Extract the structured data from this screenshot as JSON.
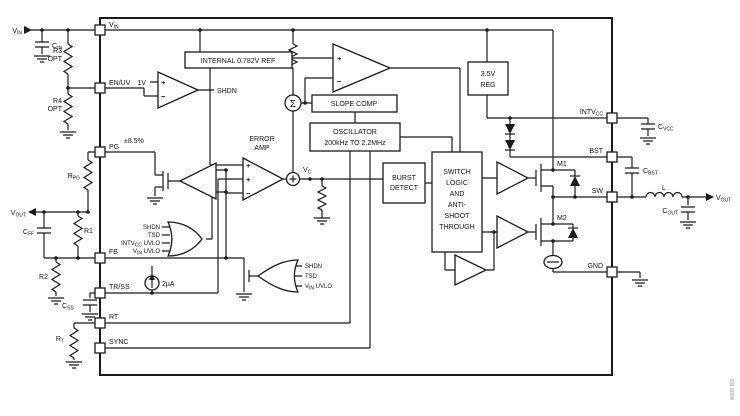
{
  "colors": {
    "line": "#1a1a1a",
    "background": "#ffffff",
    "text": "#111111",
    "watermark": "#999999"
  },
  "pins": {
    "vin": {
      "b": "V",
      "s": "IN"
    },
    "enuv": "EN/UV",
    "pg": "PG",
    "fb": "FB",
    "trss": "TR/SS",
    "rt": "RT",
    "sync": "SYNC",
    "intvcc": {
      "b": "INTV",
      "s": "CC"
    },
    "bst": "BST",
    "sw": "SW",
    "gnd": "GND"
  },
  "blocks": {
    "ref": "INTERNAL 0.782V REF",
    "slope": "SLOPE COMP",
    "osc_l1": "OSCILLATOR",
    "osc_l2": "200kHz TO 2.2MHz",
    "burst_l1": "BURST",
    "burst_l2": "DETECT",
    "switch": [
      "SWITCH",
      "LOGIC",
      "AND",
      "ANTI-",
      "SHOOT",
      "THROUGH"
    ],
    "reg_l1": "3.5V",
    "reg_l2": "REG",
    "error_l1": "ERROR",
    "error_l2": "AMP"
  },
  "labels": {
    "vin_ext": {
      "b": "V",
      "s": "IN"
    },
    "cin": {
      "b": "C",
      "s": "IN"
    },
    "r3": "R3",
    "r3_opt": "OPT",
    "r4": "R4",
    "r4_opt": "OPT",
    "vout_left": {
      "b": "V",
      "s": "OUT"
    },
    "rpg": {
      "b": "R",
      "s": "PG"
    },
    "cff": {
      "b": "C",
      "s": "FF"
    },
    "r1": "R1",
    "r2": "R2",
    "css": {
      "b": "C",
      "s": "SS"
    },
    "rt_res": {
      "b": "R",
      "s": "T"
    },
    "one_v": "1V",
    "shdn": "SHDN",
    "tolerance": "±8.5%",
    "vc": {
      "b": "V",
      "s": "C"
    },
    "two_ua": "2µA",
    "fault1_1": "SHDN",
    "fault1_2": "TSD",
    "fault1_3": {
      "b": "INTV",
      "s": "CC",
      "t": " UVLO"
    },
    "fault1_4": {
      "b": "V",
      "s": "IN",
      "t": " UVLO"
    },
    "fault2_1": "SHDN",
    "fault2_2": "TSD",
    "fault2_3": {
      "b": "V",
      "s": "IN",
      "t": " UVLO"
    },
    "m1": "M1",
    "m2": "M2",
    "cvcc": {
      "b": "C",
      "s": "VCC"
    },
    "cbst": {
      "b": "C",
      "s": "BST"
    },
    "inductor": "L",
    "cout": {
      "b": "C",
      "s": "OUT"
    },
    "vout_right": {
      "b": "V",
      "s": "OUT"
    }
  },
  "symbols": {
    "plus": "+",
    "minus": "−",
    "sigma": "Σ"
  },
  "watermark": "8609 BD"
}
